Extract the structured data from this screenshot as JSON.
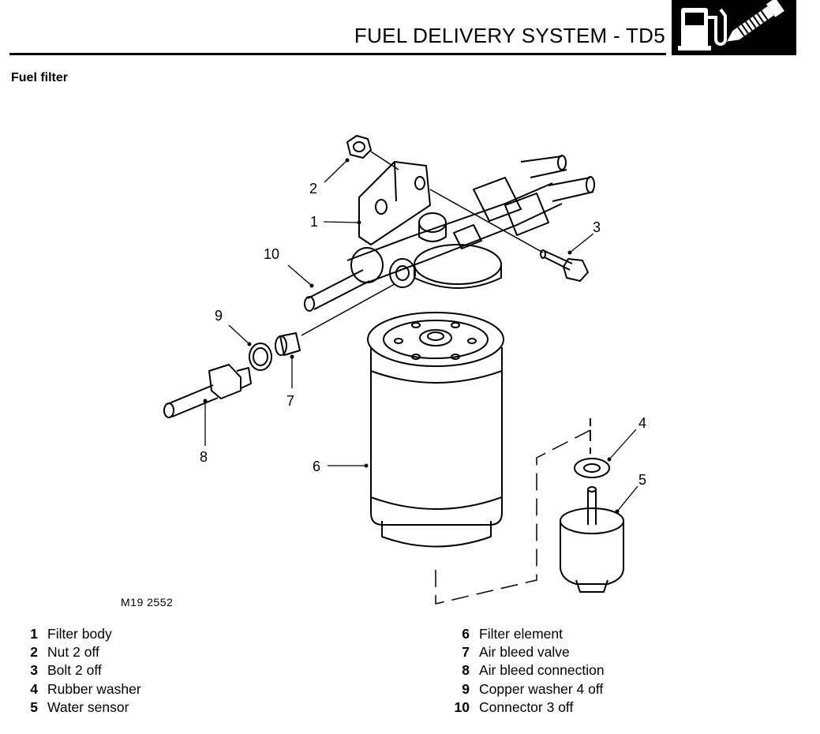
{
  "header": {
    "title": "FUEL DELIVERY SYSTEM - TD5"
  },
  "section": {
    "title": "Fuel filter"
  },
  "diagram": {
    "figure_ref": "M19 2552",
    "callouts": [
      "1",
      "2",
      "3",
      "4",
      "5",
      "6",
      "7",
      "8",
      "9",
      "10"
    ]
  },
  "legend": {
    "left": [
      {
        "num": "1",
        "label": "Filter body"
      },
      {
        "num": "2",
        "label": "Nut 2 off"
      },
      {
        "num": "3",
        "label": "Bolt 2 off"
      },
      {
        "num": "4",
        "label": "Rubber washer"
      },
      {
        "num": "5",
        "label": "Water sensor"
      }
    ],
    "right": [
      {
        "num": "6",
        "label": "Filter element"
      },
      {
        "num": "7",
        "label": "Air bleed valve"
      },
      {
        "num": "8",
        "label": "Air bleed connection"
      },
      {
        "num": "9",
        "label": "Copper washer 4 off"
      },
      {
        "num": "10",
        "label": "Connector 3 off"
      }
    ]
  },
  "icons": [
    "fuel-pump-icon",
    "injector-icon"
  ]
}
